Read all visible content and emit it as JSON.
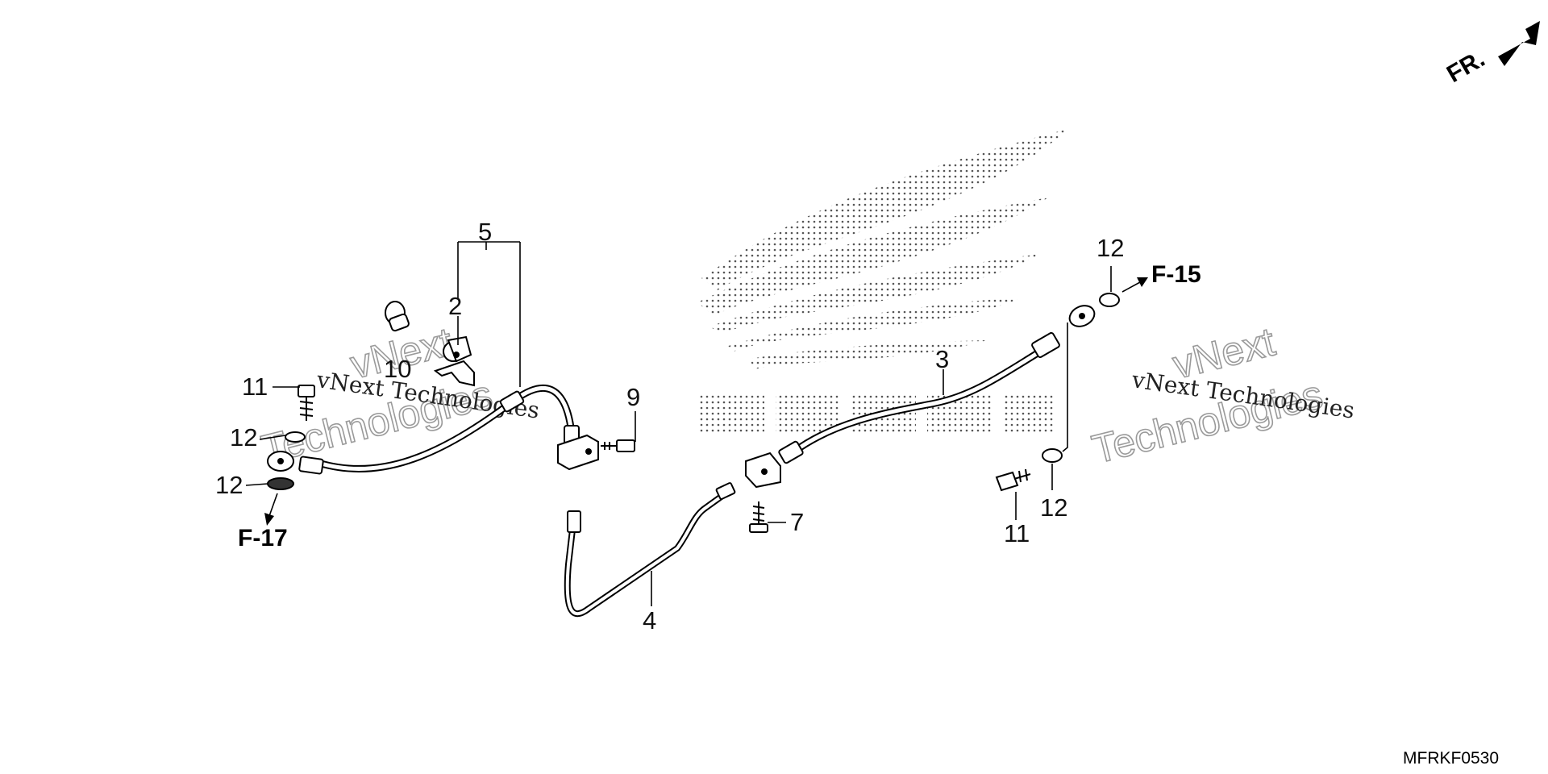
{
  "diagram": {
    "direction_label": "FR.",
    "callouts": {
      "c5": "5",
      "c2": "2",
      "c10": "10",
      "c11_left": "11",
      "c12_left_a": "12",
      "c12_left_b": "12",
      "c9": "9",
      "c4": "4",
      "c7": "7",
      "c3": "3",
      "c12_right_top": "12",
      "c12_right_bottom": "12",
      "c11_right": "11"
    },
    "references": {
      "left": "F-17",
      "right": "F-15"
    },
    "drawing_code": "MFRKF0530",
    "watermark": {
      "line1": "vNext",
      "line2": "Technologies",
      "small": "vNext Technologies"
    }
  },
  "colors": {
    "line": "#000000",
    "logo_dots": "#555555",
    "watermark": "#9a9a9a"
  }
}
